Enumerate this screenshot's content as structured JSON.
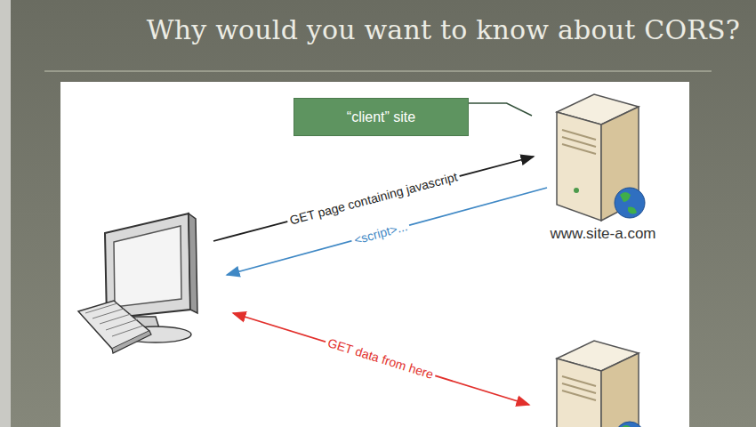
{
  "diagram": {
    "title": "Why would you want to know about CORS?",
    "nodes": [
      {
        "text": [
          "“client” site"
        ]
      },
      {
        "text": [
          "www.site-a.com"
        ]
      }
    ],
    "edges": [
      {
        "from": 0,
        "to": 1,
        "arrow": "none"
      }
    ],
    "labels": [
      "GET page containing javascript",
      "<script>...",
      "GET data from here"
    ]
  }
}
